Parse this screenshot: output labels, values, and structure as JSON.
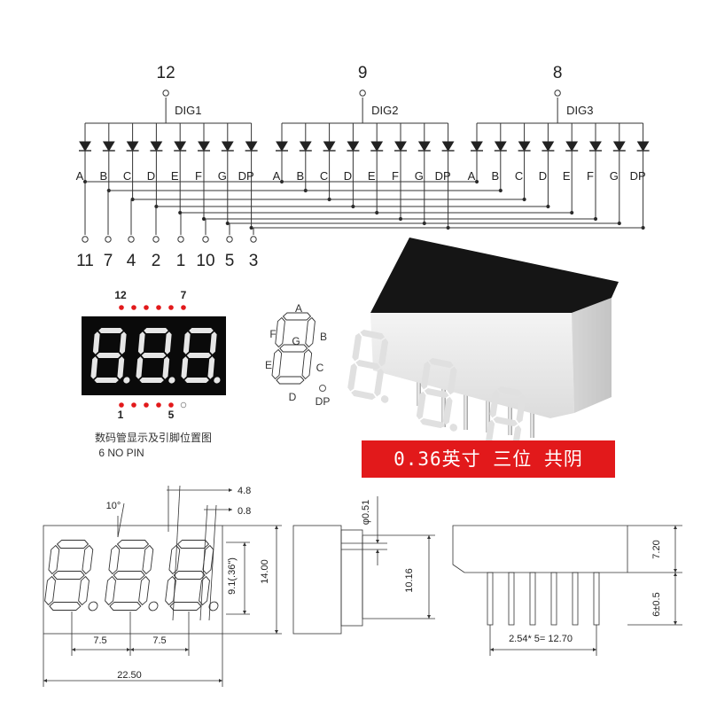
{
  "schematic": {
    "digits": [
      {
        "pin": "12",
        "name": "DIG1"
      },
      {
        "pin": "9",
        "name": "DIG2"
      },
      {
        "pin": "8",
        "name": "DIG3"
      }
    ],
    "segments": [
      "A",
      "B",
      "C",
      "D",
      "E",
      "F",
      "G",
      "DP"
    ],
    "segment_pins": [
      "11",
      "7",
      "4",
      "2",
      "1",
      "10",
      "5",
      "3"
    ]
  },
  "pinout": {
    "top_left_pin": "12",
    "top_right_pin": "7",
    "bottom_left_pin": "1",
    "bottom_right_pin": "5",
    "caption": "数码管显示及引脚位置图",
    "no_pin_note": "6 NO PIN",
    "display_value": "8.8.8."
  },
  "segment_labels": {
    "a": "A",
    "b": "B",
    "c": "C",
    "d": "D",
    "e": "E",
    "f": "F",
    "g": "G",
    "dp": "DP"
  },
  "banner": "0.36英寸 三位 共阴",
  "dimensions": {
    "front": {
      "angle": "10°",
      "seg_width": "4.8",
      "seg_gap": "0.8",
      "digit_height": "9.1(.36\")",
      "height": "14.00",
      "pitch_left": "7.5",
      "pitch_right": "7.5",
      "width": "22.50"
    },
    "side": {
      "pin_diameter": "φ0.51",
      "pin_height": "10.16"
    },
    "bottom": {
      "body_height": "7.20",
      "pin_length": "6±0.5",
      "pin_span": "2.54* 5= 12.70"
    }
  },
  "colors": {
    "display_bg": "#0a0a0a",
    "segment_on": "#e6e6e6",
    "banner_bg": "#e2191b",
    "pin_dot": "#e2191b",
    "line": "#333333"
  }
}
